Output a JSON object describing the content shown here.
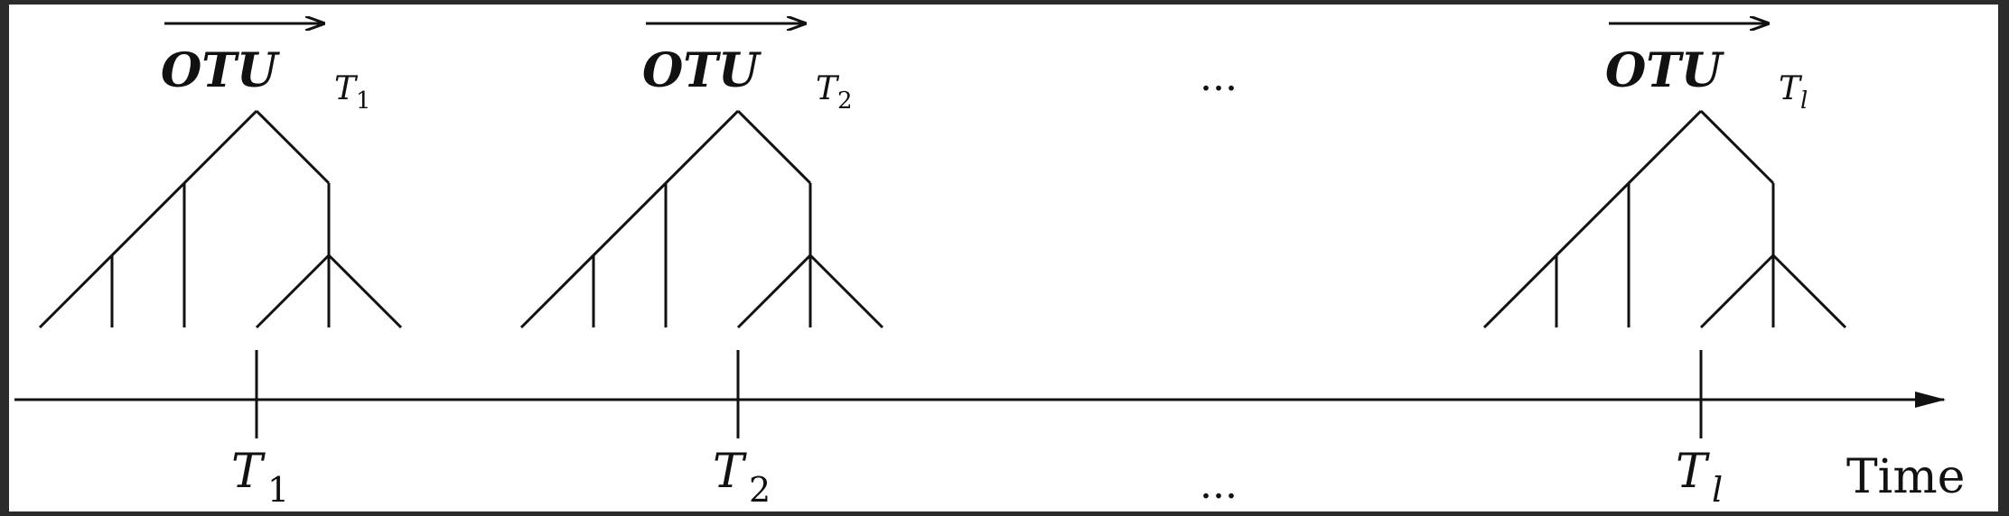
{
  "otu_vector_label": "OTU",
  "timepoints": [
    {
      "label": "T",
      "index": "1",
      "index_italic": false
    },
    {
      "label": "T",
      "index": "2",
      "index_italic": false
    },
    {
      "label": "T",
      "index": "l",
      "index_italic": true
    }
  ],
  "ellipsis_top": "...",
  "ellipsis_bottom": "...",
  "axis_label": "Time"
}
